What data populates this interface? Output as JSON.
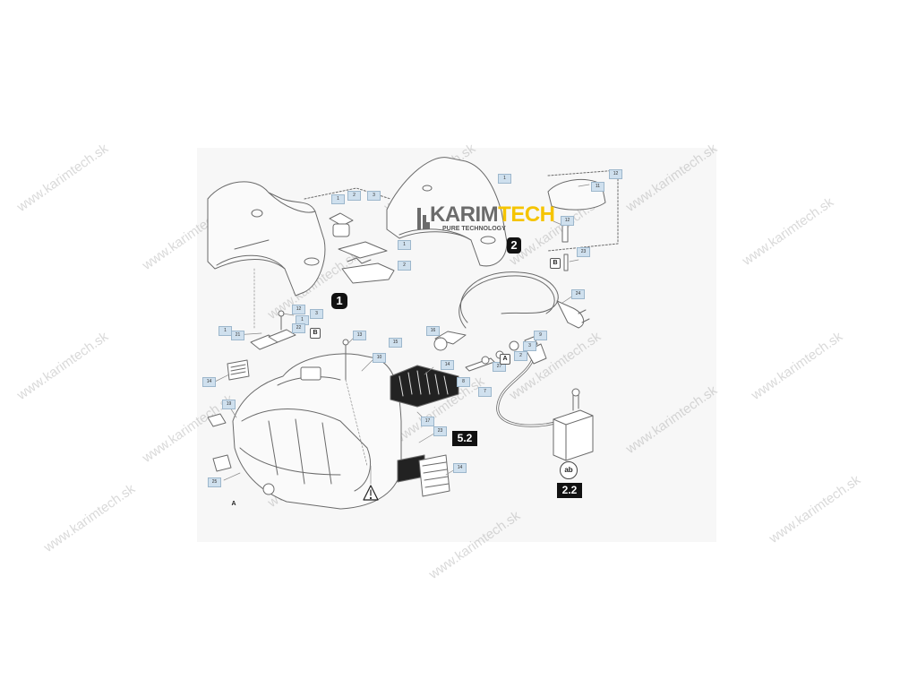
{
  "watermark": {
    "text": "www.karimtech.sk"
  },
  "logo": {
    "name_part1": "KARIM",
    "name_part2": "TECH",
    "tagline": "PURE TECHNOLOGY"
  },
  "assembly_tags": [
    "1",
    "2",
    "5.2",
    "2.2",
    "ab"
  ],
  "letter_marks": [
    "A",
    "A",
    "B",
    "B"
  ],
  "callouts": [
    "1",
    "2",
    "3",
    "1",
    "2",
    "1",
    "1",
    "3",
    "1",
    "12",
    "22",
    "1",
    "21",
    "13",
    "14",
    "15",
    "16",
    "10",
    "14",
    "19",
    "8",
    "27",
    "7",
    "2",
    "3",
    "9",
    "17",
    "23",
    "14",
    "25",
    "24",
    "1",
    "11",
    "12",
    "12",
    "23"
  ],
  "colors": {
    "panel": "#f7f7f7",
    "callout": "#cfe0ee",
    "logo_gray": "#6b6b6b",
    "logo_yellow": "#f5c400"
  }
}
